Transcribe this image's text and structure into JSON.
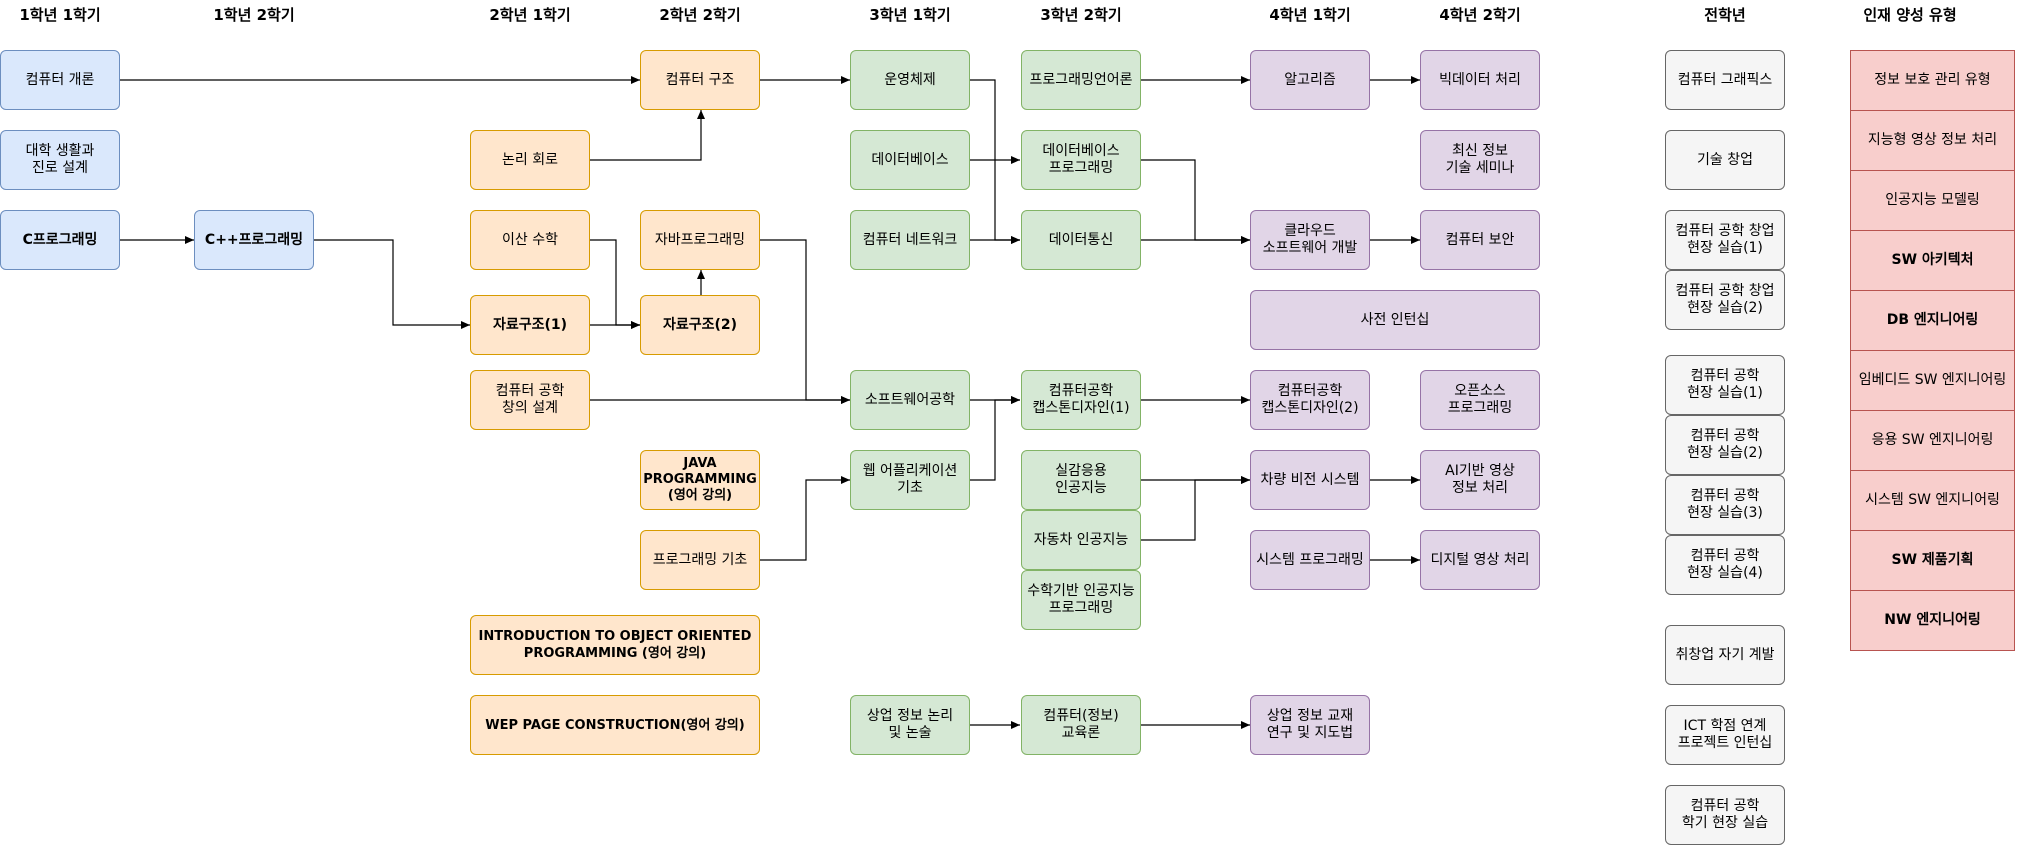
{
  "headers": {
    "y1s1": "1학년 1학기",
    "y1s2": "1학년 2학기",
    "y2s1": "2학년 1학기",
    "y2s2": "2학년 2학기",
    "y3s1": "3학년 1학기",
    "y3s2": "3학년 2학기",
    "y4s1": "4학년 1학기",
    "y4s2": "4학년 2학기",
    "all": "전학년",
    "talent": "인재 양성 유형"
  },
  "courses": {
    "intro_cs": "컴퓨터 개론",
    "college_life": "대학 생활과\n진로 설계",
    "c_prog": "C프로그래밍",
    "cpp_prog": "C++프로그래밍",
    "logic_circuit": "논리 회로",
    "discrete_math": "이산 수학",
    "data_struct1": "자료구조(1)",
    "cs_creative": "컴퓨터 공학\n창의 설계",
    "comp_arch": "컴퓨터 구조",
    "java_prog": "자바프로그래밍",
    "data_struct2": "자료구조(2)",
    "java_eng": "JAVA\nPROGRAMMING\n(영어 강의)",
    "prog_basics": "프로그래밍 기초",
    "oop_eng": "INTRODUCTION TO OBJECT ORIENTED\nPROGRAMMING (영어 강의)",
    "web_eng": "WEP PAGE CONSTRUCTION(영어 강의)",
    "os": "운영체제",
    "database": "데이터베이스",
    "network": "컴퓨터 네트워크",
    "sw_eng": "소프트웨어공학",
    "web_app": "웹 어플리케이션\n기초",
    "biz_logic": "상업 정보 논리\n및 논술",
    "prog_lang": "프로그래밍언어론",
    "db_prog": "데이터베이스\n프로그래밍",
    "data_comm": "데이터통신",
    "capstone1": "컴퓨터공학\n캡스톤디자인(1)",
    "realistic_ai": "실감응용\n인공지능",
    "auto_ai": "자동차 인공지능",
    "math_ai": "수학기반 인공지능\n프로그래밍",
    "edu_theory": "컴퓨터(정보)\n교육론",
    "algorithm": "알고리즘",
    "cloud": "클라우드\n소프트웨어 개발",
    "pre_intern": "사전 인턴십",
    "capstone2": "컴퓨터공학\n캡스톤디자인(2)",
    "vehicle_vision": "차량 비전 시스템",
    "sys_prog": "시스템 프로그래밍",
    "biz_teaching": "상업 정보 교재\n연구 및 지도법",
    "big_data": "빅데이터 처리",
    "latest_seminar": "최신 정보\n기술 세미나",
    "comp_security": "컴퓨터 보안",
    "open_source": "오픈소스\n프로그래밍",
    "ai_image": "AI기반 영상\n정보 처리",
    "digital_image": "디지털 영상 처리",
    "graphics": "컴퓨터 그래픽스",
    "tech_startup": "기술 창업",
    "startup_field1": "컴퓨터 공학 창업\n현장 실습(1)",
    "startup_field2": "컴퓨터 공학 창업\n현장 실습(2)",
    "field1": "컴퓨터 공학\n현장 실습(1)",
    "field2": "컴퓨터 공학\n현장 실습(2)",
    "field3": "컴퓨터 공학\n현장 실습(3)",
    "field4": "컴퓨터 공학\n현장 실습(4)",
    "career_dev": "취창업 자기 계발",
    "ict_intern": "ICT 학점 연계\n프로젝트 인턴십",
    "semester_field": "컴퓨터 공학\n학기 현장 실습"
  },
  "talent_types": [
    "정보 보호 관리 유형",
    "지능형 영상 정보 처리",
    "인공지능 모델링",
    "SW 아키텍처",
    "DB 엔지니어링",
    "임베디드 SW 엔지니어링",
    "응용 SW 엔지니어링",
    "시스템 SW 엔지니어링",
    "SW 제품기획",
    "NW 엔지니어링"
  ],
  "colors": {
    "year1": "#dae8fc",
    "year2": "#ffe6cc",
    "year3_s1_s2": "#d5e8d4",
    "year4": "#e1d5e7",
    "all_years": "#f5f5f5",
    "talent": "#f8cecc"
  }
}
